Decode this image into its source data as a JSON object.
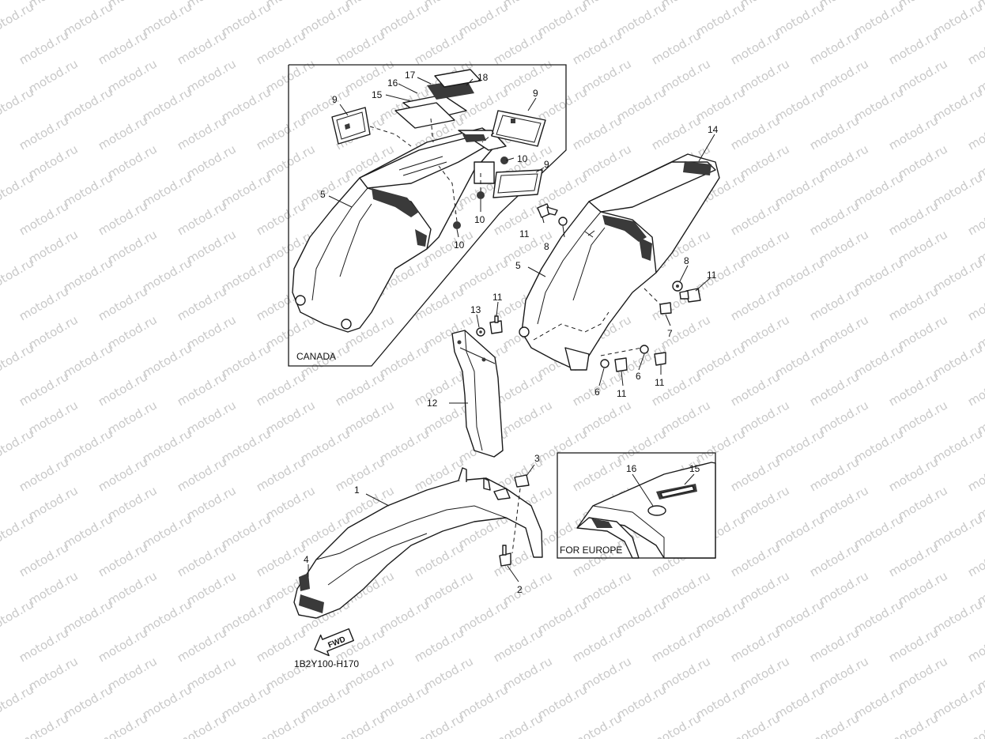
{
  "watermark": {
    "text": "motod.ru"
  },
  "insets": {
    "canada": {
      "label": "CANADA"
    },
    "europe": {
      "label": "FOR EUROPE"
    }
  },
  "diagram_code": "1B2Y100-H170",
  "fwd_label": "FWD",
  "callouts": {
    "c1": "1",
    "c2": "2",
    "c3": "3",
    "c4": "4",
    "c5a": "5",
    "c5b": "5",
    "c6a": "6",
    "c6b": "6",
    "c7": "7",
    "c8a": "8",
    "c8b": "8",
    "c9a": "9",
    "c9b": "9",
    "c9c": "9",
    "c10a": "10",
    "c10b": "10",
    "c10c": "10",
    "c11a": "11",
    "c11b": "11",
    "c11c": "11",
    "c11d": "11",
    "c11e": "11",
    "c12": "12",
    "c13": "13",
    "c14": "14",
    "c15a": "15",
    "c15b": "15",
    "c16a": "16",
    "c16b": "16",
    "c17": "17",
    "c18": "18"
  }
}
